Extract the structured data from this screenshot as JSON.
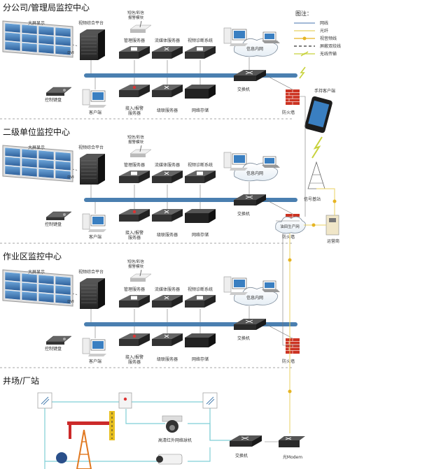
{
  "sections": [
    {
      "id": "branch",
      "title": "分公司/管理局监控中心",
      "video_wall": "大屏显示",
      "dvi": "DVI",
      "keyboard": "控制键盘",
      "client": "客户端",
      "platform": "视频综合平台",
      "alarm_module": [
        "短信/彩信",
        "报警模块"
      ],
      "servers_top": [
        "管理服务器",
        "流媒体服务器",
        "视频诊断系统"
      ],
      "servers_bottom": [
        [
          "接入/报警",
          "服务器"
        ],
        [
          "级联服务器"
        ],
        [
          "网络存储"
        ]
      ],
      "switch": "交换机",
      "firewall": "防火墙",
      "intranet": "信息内网"
    },
    {
      "id": "level2",
      "title": "二级单位监控中心",
      "video_wall": "大屏显示",
      "dvi": "DVI",
      "keyboard": "控制键盘",
      "client": "客户端",
      "platform": "视频综合平台",
      "alarm_module": [
        "短信/彩信",
        "报警模块"
      ],
      "servers_top": [
        "管理服务器",
        "流媒体服务器",
        "视频诊断系统"
      ],
      "servers_bottom": [
        [
          "接入/报警",
          "服务器"
        ],
        [
          "级联服务器"
        ],
        [
          "网络存储"
        ]
      ],
      "switch": "交换机",
      "firewall": "防火墙",
      "intranet": "信息内网"
    },
    {
      "id": "workzone",
      "title": "作业区监控中心",
      "video_wall": "大屏显示",
      "dvi": "DVI",
      "keyboard": "控制键盘",
      "client": "客户端",
      "platform": "视频综合平台",
      "alarm_module": [
        "短信/彩信",
        "报警模块"
      ],
      "servers_top": [
        "管理服务器",
        "流媒体服务器",
        "视频诊断系统"
      ],
      "servers_bottom": [
        [
          "接入/报警",
          "服务器"
        ],
        [
          "级联服务器"
        ],
        [
          "网络存储"
        ]
      ],
      "switch": "交换机",
      "firewall": "防火墙",
      "intranet": "信息内网"
    }
  ],
  "field_site": {
    "title": "井场/厂站",
    "camera_label": "高清红外网络球机",
    "switch": "交换机",
    "modem": "光Modem"
  },
  "mobile": {
    "client": "手持客户端",
    "base_station": "信号基站",
    "ops_server": "运营商",
    "production_net": "油田生产网"
  },
  "legend": {
    "title": "图注：",
    "items": [
      "网线",
      "光纤",
      "视音频线",
      "屏蔽双绞线",
      "无线传输"
    ]
  },
  "colors": {
    "backbone": "#4a7fb0",
    "ethernet": "#6a8fbf",
    "fiber": "#e8d060",
    "fiber_node": "#e6b422",
    "wireless": "#c8d23c",
    "field_line": "#7fcfd6",
    "firewall": "#cc3322",
    "dash": "#888888"
  }
}
